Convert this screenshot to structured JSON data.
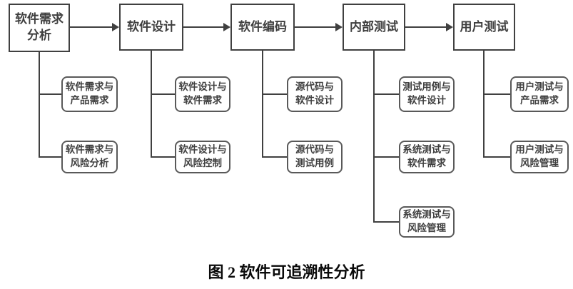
{
  "diagram": {
    "title_semantic": "software-traceability-flowchart",
    "colors": {
      "stage_border": "#404040",
      "trace_border": "#595959",
      "text": "#3f3f3f",
      "line": "#404040",
      "caption_text": "#0a0a0a",
      "background": "#ffffff"
    },
    "stages": [
      {
        "label": "软件需求\n分析",
        "traces": [
          "软件需求与\n产品需求",
          "软件需求与\n风险分析"
        ]
      },
      {
        "label": "软件设计",
        "traces": [
          "软件设计与\n软件需求",
          "软件设计与\n风险控制"
        ]
      },
      {
        "label": "软件编码",
        "traces": [
          "源代码与\n软件设计",
          "源代码与\n测试用例"
        ]
      },
      {
        "label": "内部测试",
        "traces": [
          "测试用例与\n软件设计",
          "系统测试与\n软件需求",
          "系统测试与\n风险管理"
        ]
      },
      {
        "label": "用户测试",
        "traces": [
          "用户测试与\n产品需求",
          "用户测试与\n风险管理"
        ]
      }
    ]
  },
  "caption": {
    "text": "图 2  软件可追溯性分析"
  }
}
